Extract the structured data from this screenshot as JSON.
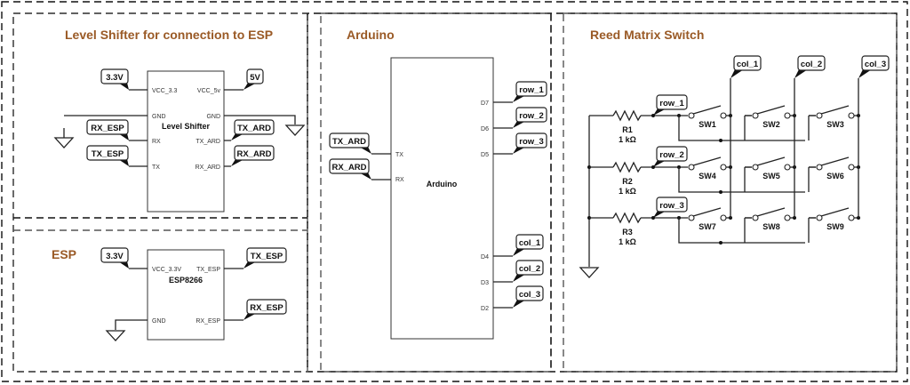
{
  "sections": {
    "level_shifter": {
      "title": "Level Shifter for connection to ESP",
      "chip_label": "Level Shifter",
      "pins_left": [
        "VCC_3.3",
        "GND",
        "RX",
        "TX"
      ],
      "pins_right": [
        "VCC_5v",
        "GND",
        "TX_ARD",
        "RX_ARD"
      ],
      "tags_left": [
        "3.3V",
        "RX_ESP",
        "TX_ESP"
      ],
      "tags_right": [
        "5V",
        "TX_ARD",
        "RX_ARD"
      ]
    },
    "esp": {
      "title": "ESP",
      "chip_label": "ESP8266",
      "pins_left": [
        "VCC_3.3V",
        "GND"
      ],
      "pins_right": [
        "TX_ESP",
        "RX_ESP"
      ],
      "tags_left": [
        "3.3V"
      ],
      "tags_right": [
        "TX_ESP",
        "RX_ESP"
      ]
    },
    "arduino": {
      "title": "Arduino",
      "chip_label": "Arduino",
      "pins_left": [
        "TX",
        "RX"
      ],
      "pins_right": [
        "D7",
        "D6",
        "D5",
        "D4",
        "D3",
        "D2"
      ],
      "tags_left": [
        "TX_ARD",
        "RX_ARD"
      ],
      "tags_right": [
        "row_1",
        "row_2",
        "row_3",
        "col_1",
        "col_2",
        "col_3"
      ]
    },
    "reed_matrix": {
      "title": "Reed Matrix Switch",
      "col_tags": [
        "col_1",
        "col_2",
        "col_3"
      ],
      "row_tags": [
        "row_1",
        "row_2",
        "row_3"
      ],
      "resistors": [
        {
          "name": "R1",
          "value": "1 kΩ"
        },
        {
          "name": "R2",
          "value": "1 kΩ"
        },
        {
          "name": "R3",
          "value": "1 kΩ"
        }
      ],
      "switches": [
        "SW1",
        "SW2",
        "SW3",
        "SW4",
        "SW5",
        "SW6",
        "SW7",
        "SW8",
        "SW9"
      ]
    }
  }
}
